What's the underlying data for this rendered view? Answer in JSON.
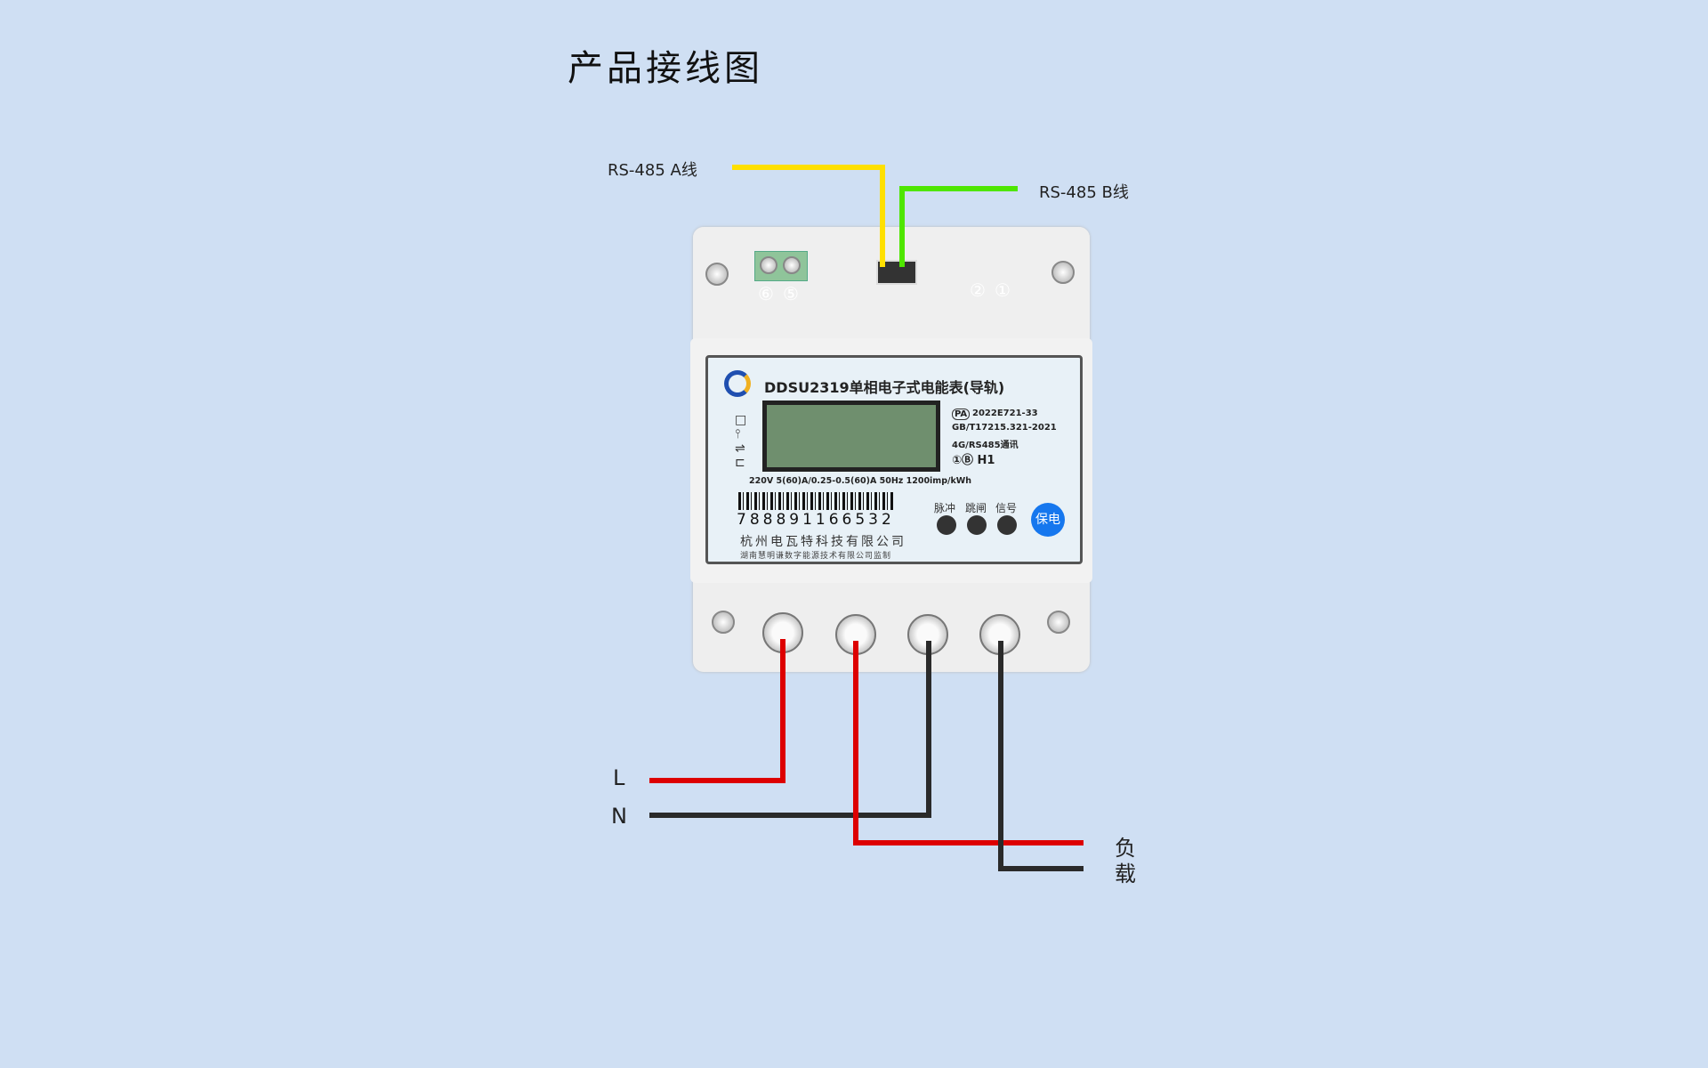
{
  "title": "产品接线图",
  "labels": {
    "rs485_a": "RS-485 A线",
    "rs485_b": "RS-485 B线",
    "L": "L",
    "N": "N",
    "load_1": "负",
    "load_2": "载"
  },
  "meter": {
    "model": "DDSU2319单相电子式电能表(导轨)",
    "pa": "PA",
    "cert": "2022E721-33",
    "standard": "GB/T17215.321-2021",
    "comm": "4G/RS485通讯",
    "class": "①Ⓑ H1",
    "spec": "220V  5(60)A/0.25-0.5(60)A  50Hz  1200imp/kWh",
    "serial": "788891166532",
    "maker": "杭州电瓦特科技有限公司",
    "supervisor": "湖南慧明谦数字能源技术有限公司监制",
    "indicators": [
      "脉冲",
      "跳闸",
      "信号"
    ],
    "badge": "保电",
    "terminals_top": [
      "⑥",
      "⑤",
      "②",
      "①"
    ]
  },
  "colors": {
    "background": "#cfdff3",
    "rs485_a": "#ffe000",
    "rs485_b": "#4ee600",
    "live": "#dd0000",
    "neutral": "#2a2a2a",
    "badge": "#1677ee"
  }
}
